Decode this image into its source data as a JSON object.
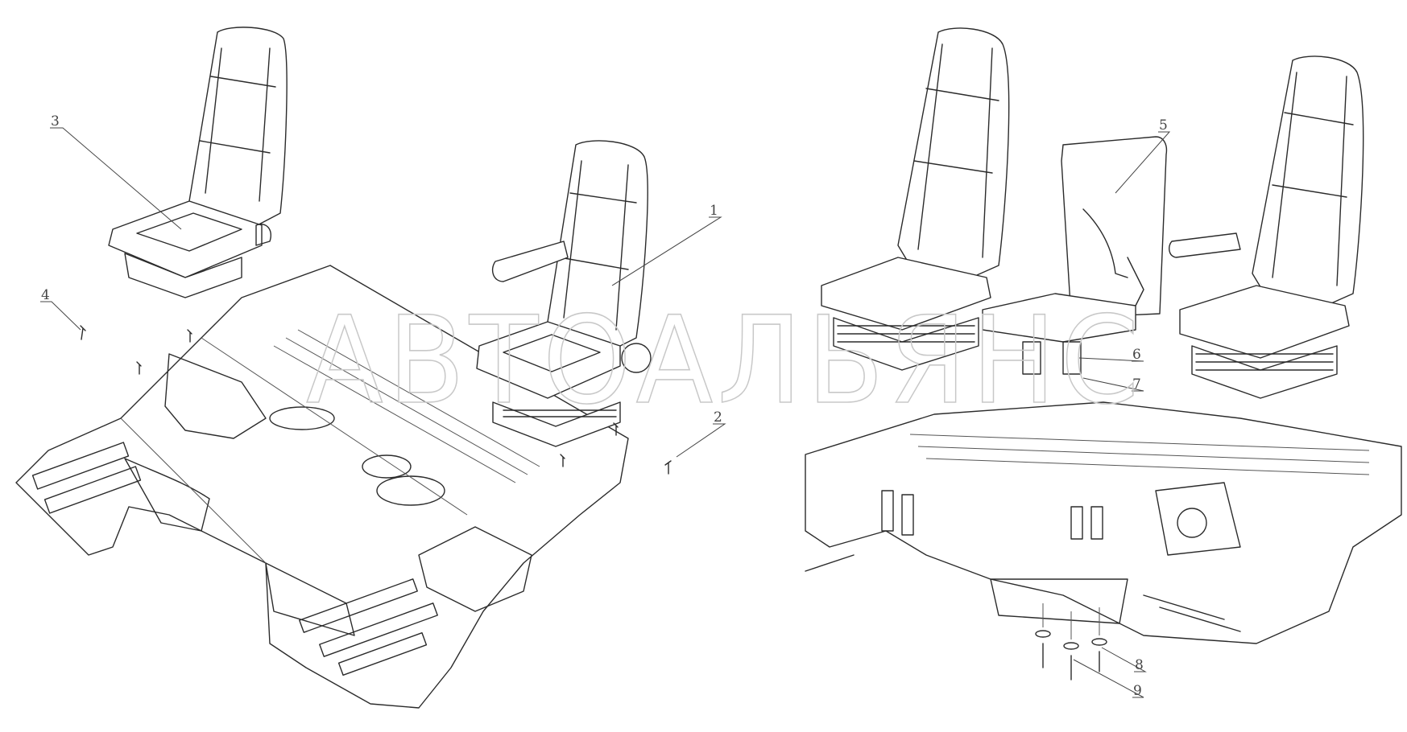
{
  "watermark": "АВТОАЛЬЯНС",
  "callouts": [
    {
      "id": "label-1",
      "text": "1"
    },
    {
      "id": "label-2",
      "text": "2"
    },
    {
      "id": "label-3",
      "text": "3"
    },
    {
      "id": "label-4",
      "text": "4"
    },
    {
      "id": "label-5",
      "text": "5"
    },
    {
      "id": "label-6",
      "text": "6"
    },
    {
      "id": "label-7",
      "text": "7"
    },
    {
      "id": "label-8",
      "text": "8"
    },
    {
      "id": "label-9",
      "text": "9"
    }
  ],
  "colors": {
    "line": "#2b2b2b",
    "background": "#ffffff",
    "watermark": "#c8c8c8"
  }
}
